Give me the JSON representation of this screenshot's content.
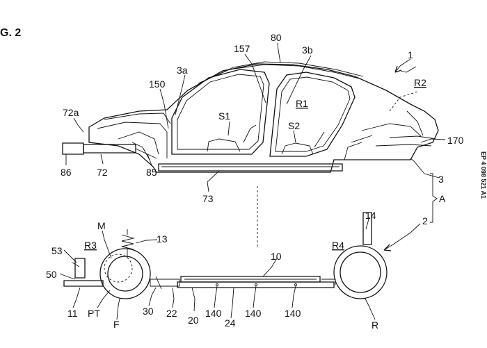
{
  "figure": {
    "title": "G. 2",
    "publication": "EP 4 098 521 A1"
  },
  "labels": {
    "l1": "1",
    "l80": "80",
    "l157": "157",
    "l3b": "3b",
    "l3a": "3a",
    "l150": "150",
    "r2": "R2",
    "r1": "R1",
    "l72a": "72a",
    "s1": "S1",
    "s2": "S2",
    "l170": "170",
    "l86": "86",
    "l72": "72",
    "l85": "85",
    "l73": "73",
    "l3": "3",
    "la": "A",
    "l2": "2",
    "l14": "14",
    "m": "M",
    "l13": "13",
    "r3": "R3",
    "r4": "R4",
    "l53": "53",
    "l10": "10",
    "l50": "50",
    "l11": "11",
    "pt": "PT",
    "f": "F",
    "l30": "30",
    "l22": "22",
    "l20": "20",
    "l140a": "140",
    "l24": "24",
    "l140b": "140",
    "l140c": "140",
    "r": "R"
  }
}
